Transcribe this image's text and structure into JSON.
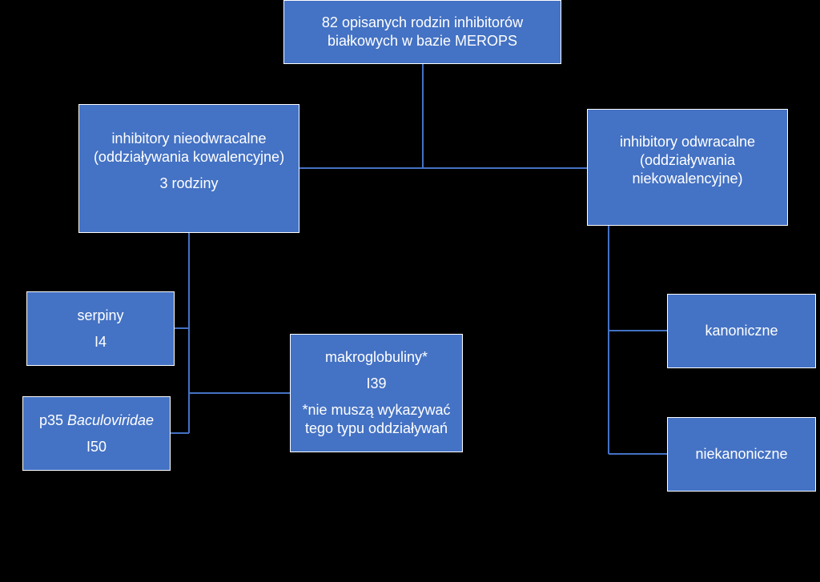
{
  "colors": {
    "background": "#000000",
    "box_fill": "#4472c4",
    "box_border": "#ffffff",
    "connector": "#4472c4",
    "text": "#ffffff"
  },
  "root": {
    "line1": "82 opisanych rodzin inhibitorów",
    "line2": "białkowych w bazie MEROPS"
  },
  "irreversible": {
    "line1": "inhibitory nieodwracalne",
    "line2": "(oddziaływania kowalencyjne)",
    "count": "3 rodziny"
  },
  "reversible": {
    "line1": "inhibitory odwracalne",
    "line2": "(oddziaływania",
    "line3": "niekowalencyjne)"
  },
  "serpins": {
    "name": "serpiny",
    "code": "I4"
  },
  "p35": {
    "name": "p35 ",
    "name_italic": "Baculoviridae",
    "code": "I50"
  },
  "macroglobulins": {
    "name": "makroglobuliny*",
    "code": "I39",
    "note_line1": "*nie muszą wykazywać",
    "note_line2": "tego typu oddziaływań"
  },
  "canonical": {
    "label": "kanoniczne"
  },
  "noncanonical": {
    "label": "niekanoniczne"
  }
}
